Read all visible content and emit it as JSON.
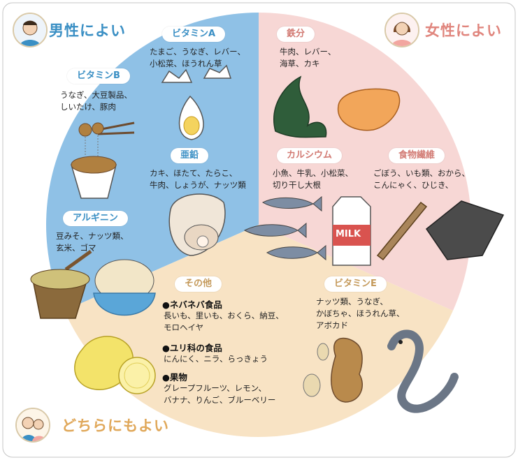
{
  "corners": {
    "male": "男性によい",
    "female": "女性によい",
    "both": "どちらにもよい"
  },
  "colors": {
    "male_bg": "#8fc1e6",
    "female_bg": "#f7d7d5",
    "both_bg": "#f8e3c4",
    "male_text": "#3a8fc4",
    "female_text": "#e0857d",
    "both_text": "#e0a85a"
  },
  "nutrients": {
    "vitamin_a": {
      "label": "ビタミンA",
      "lines": [
        "たまご、うなぎ、レバー、",
        "小松菜、ほうれん草"
      ]
    },
    "vitamin_b": {
      "label": "ビタミンB",
      "lines": [
        "うなぎ、大豆製品、",
        "しいたけ、豚肉"
      ]
    },
    "zinc": {
      "label": "亜鉛",
      "lines": [
        "カキ、ほたて、たらこ、",
        "牛肉、しょうが、ナッツ類"
      ]
    },
    "arginine": {
      "label": "アルギニン",
      "lines": [
        "豆みそ、ナッツ類、",
        "玄米、ゴマ"
      ]
    },
    "iron": {
      "label": "鉄分",
      "lines": [
        "牛肉、レバー、",
        "海草、カキ"
      ]
    },
    "calcium": {
      "label": "カルシウム",
      "lines": [
        "小魚、牛乳、小松菜、",
        "切り干し大根"
      ]
    },
    "fiber": {
      "label": "食物繊維",
      "lines": [
        "ごぼう、いも類、おから、",
        "こんにゃく、ひじき、"
      ]
    },
    "vitamin_e": {
      "label": "ビタミンE",
      "lines": [
        "ナッツ類、うなぎ、",
        "かぼちゃ、ほうれん草、",
        "アボカド"
      ]
    },
    "other": {
      "label": "その他",
      "groups": [
        {
          "title": "●ネバネバ食品",
          "lines": [
            "長いも、里いも、おくら、納豆、",
            "モロヘイヤ"
          ]
        },
        {
          "title": "●ユリ科の食品",
          "lines": [
            "にんにく、ニラ、らっきょう"
          ]
        },
        {
          "title": "●果物",
          "lines": [
            "グレープフルーツ、レモン、",
            "バナナ、りんご、ブルーベリー"
          ]
        }
      ]
    }
  },
  "milk_label": "MILK",
  "icons": [
    "man-avatar-icon",
    "woman-avatar-icon",
    "couple-avatar-icon",
    "egg-icon",
    "natto-icon",
    "oyster-icon",
    "mortar-icon",
    "rice-bowl-icon",
    "seaweed-icon",
    "liver-icon",
    "fish-icon",
    "milk-carton-icon",
    "burdock-icon",
    "konjac-icon",
    "peanut-icon",
    "eel-icon",
    "lemon-icon"
  ]
}
